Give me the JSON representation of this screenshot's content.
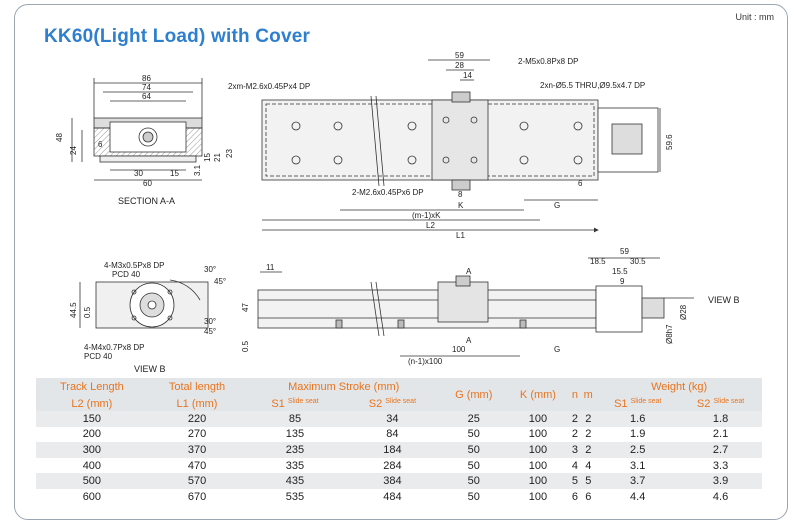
{
  "unit_label": "Unit : mm",
  "title": "KK60(Light Load) with Cover",
  "drawing": {
    "section_label": "SECTION A-A",
    "view_label_bottom": "VIEW B",
    "view_label_right": "VIEW B",
    "section_dims": {
      "d86": "86",
      "d74": "74",
      "d64": "64",
      "d48": "48",
      "d24": "24",
      "d6": "6",
      "d30": "30",
      "d15": "15",
      "d60": "60",
      "d31": "3.1",
      "d15b": "15",
      "d21": "21",
      "d23": "23"
    },
    "top_view": {
      "note_m26_4": "2xm-M2.6x0.45Px4 DP",
      "note_m5": "2-M5x0.8Px8 DP",
      "note_thru": "2xn-Ø5.5 THRU,Ø9.5x4.7 DP",
      "note_m26_6": "2-M2.6x0.45Px6 DP",
      "d59": "59",
      "d28": "28",
      "d14": "14",
      "d8": "8",
      "d6": "6",
      "d596": "59.6",
      "dK": "K",
      "dG": "G",
      "dmK": "(m-1)xK",
      "dL2": "L2",
      "dL1": "L1"
    },
    "view_b": {
      "note_m3": "4-M3x0.5Px8 DP",
      "pcd1": "PCD 40",
      "note_m4": "4-M4x0.7Px8 DP",
      "pcd2": "PCD 40",
      "d445": "44.5",
      "d05": "0.5",
      "d30": "30°",
      "d45": "45°",
      "d30b": "30°",
      "d45b": "45°"
    },
    "side_view": {
      "d11": "11",
      "dA": "A",
      "dA2": "A",
      "d47": "47",
      "d05": "0.5",
      "d100": "100",
      "dG": "G",
      "dn100": "(n-1)x100",
      "d59": "59",
      "d185": "18.5",
      "d305": "30.5",
      "d155": "15.5",
      "d9": "9",
      "d28": "Ø28",
      "d8h7": "Ø8h7"
    }
  },
  "table": {
    "headers": {
      "track_length": "Track Length",
      "track_length_unit": "L2 (mm)",
      "total_length": "Total length",
      "total_length_unit": "L1 (mm)",
      "max_stroke": "Maximum Stroke (mm)",
      "s1": "S1",
      "s2": "S2",
      "slide_seat": "Slide seat",
      "g": "G (mm)",
      "k": "K (mm)",
      "n": "n",
      "m": "m",
      "weight": "Weight (kg)"
    },
    "rows": [
      [
        "150",
        "220",
        "85",
        "34",
        "25",
        "100",
        "2",
        "2",
        "1.6",
        "1.8"
      ],
      [
        "200",
        "270",
        "135",
        "84",
        "50",
        "100",
        "2",
        "2",
        "1.9",
        "2.1"
      ],
      [
        "300",
        "370",
        "235",
        "184",
        "50",
        "100",
        "3",
        "2",
        "2.5",
        "2.7"
      ],
      [
        "400",
        "470",
        "335",
        "284",
        "50",
        "100",
        "4",
        "4",
        "3.1",
        "3.3"
      ],
      [
        "500",
        "570",
        "435",
        "384",
        "50",
        "100",
        "5",
        "5",
        "3.7",
        "3.9"
      ],
      [
        "600",
        "670",
        "535",
        "484",
        "50",
        "100",
        "6",
        "6",
        "4.4",
        "4.6"
      ]
    ]
  }
}
